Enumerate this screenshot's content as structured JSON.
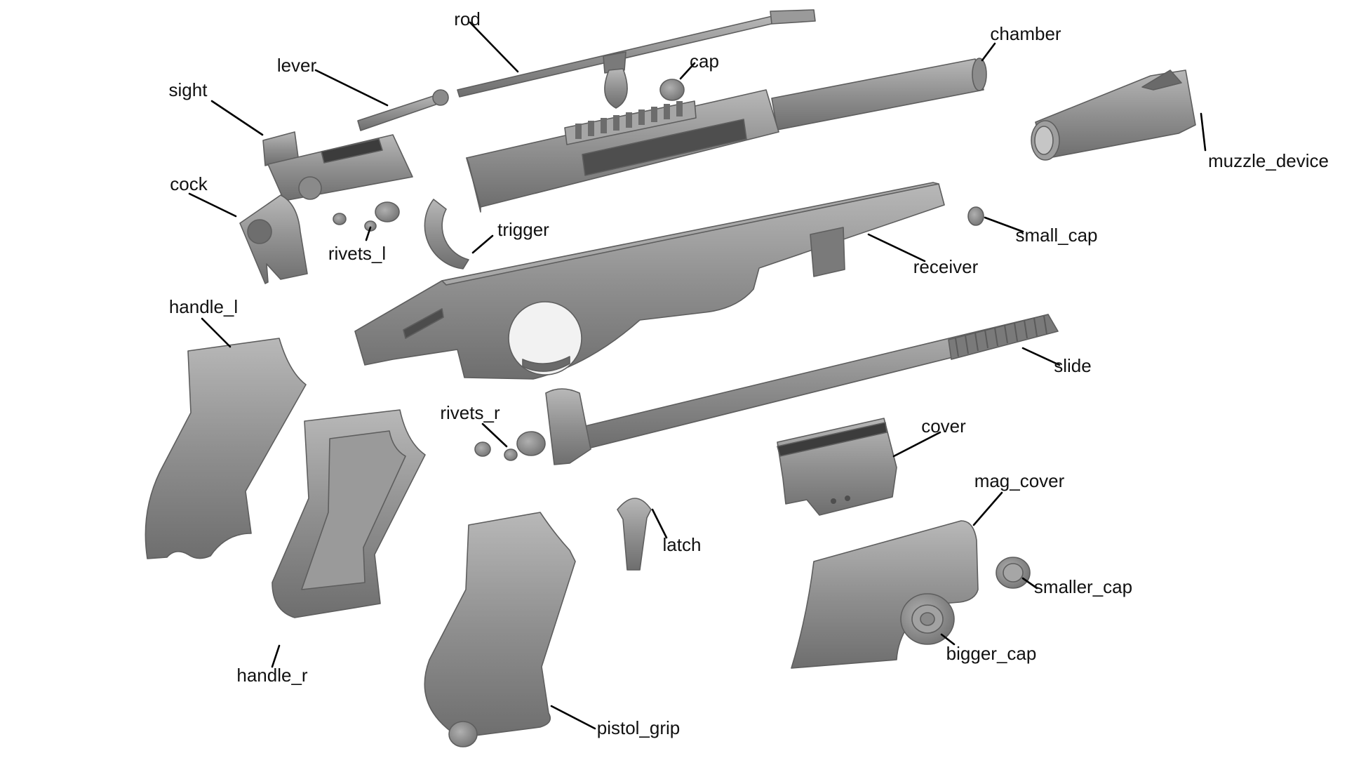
{
  "diagram": {
    "colors": {
      "background": "#ffffff",
      "part_fill": "#8e8e8e",
      "part_light": "#b4b4b4",
      "part_dark": "#5a5a5a",
      "part_stroke": "#5e5e5e",
      "leader": "#000000",
      "label": "#111111"
    },
    "labels": {
      "rod": "rod",
      "lever": "lever",
      "cap": "cap",
      "chamber": "chamber",
      "sight": "sight",
      "muzzle_device": "muzzle_device",
      "cock": "cock",
      "trigger": "trigger",
      "rivets_l": "rivets_l",
      "small_cap": "small_cap",
      "receiver": "receiver",
      "handle_l": "handle_l",
      "slide": "slide",
      "rivets_r": "rivets_r",
      "cover": "cover",
      "mag_cover": "mag_cover",
      "latch": "latch",
      "smaller_cap": "smaller_cap",
      "bigger_cap": "bigger_cap",
      "handle_r": "handle_r",
      "pistol_grip": "pistol_grip"
    }
  }
}
